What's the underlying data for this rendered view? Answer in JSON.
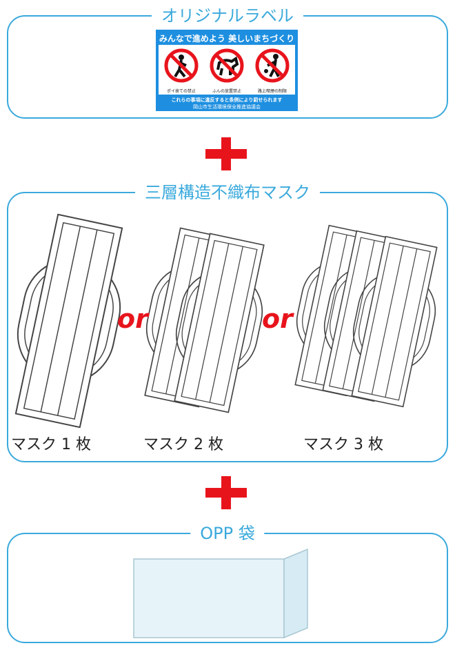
{
  "sections": {
    "label": {
      "title": "オリジナルラベル"
    },
    "mask": {
      "title": "三層構造不織布マスク"
    },
    "bag": {
      "title": "OPP 袋"
    }
  },
  "label_card": {
    "headline": "みんなで進めよう 美しいまちづくり",
    "signs": [
      "ポイ捨ての禁止",
      "ふんの放置禁止",
      "路上喫煙の制限"
    ],
    "strip_text": "これらの事項に違反すると条例により罰せられます",
    "organization": "岡山市生活環境保全推進協議会"
  },
  "connector": {
    "or_text": "or"
  },
  "mask_options": [
    "マスク 1 枚",
    "マスク 2 枚",
    "マスク 3 枚"
  ],
  "colors": {
    "accent": "#3aa9dc",
    "plus": "#e8141c",
    "label_blue": "#1e8fe0"
  }
}
